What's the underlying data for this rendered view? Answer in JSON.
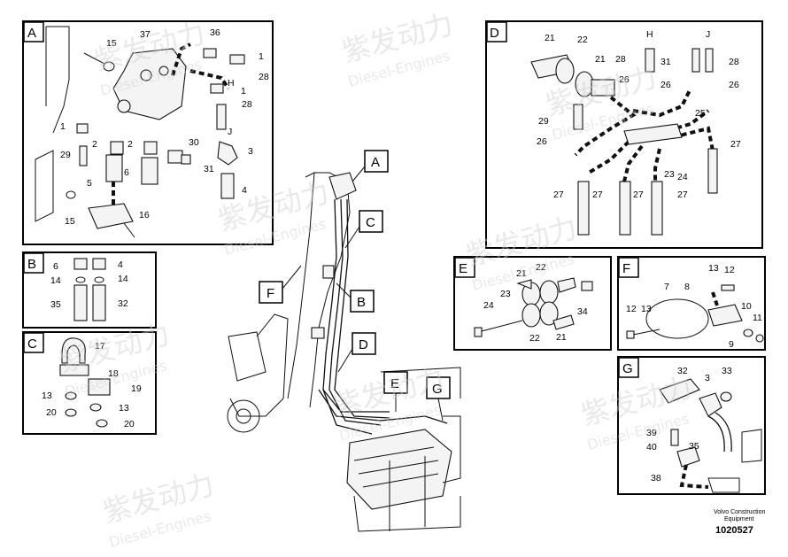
{
  "boxes": {
    "A": {
      "letter": "A",
      "labels": [
        "37",
        "36",
        "15",
        "1",
        "28",
        "H",
        "1",
        "28",
        "J",
        "1",
        "2",
        "2",
        "30",
        "29",
        "6",
        "31",
        "3",
        "5",
        "4",
        "16",
        "15"
      ]
    },
    "B": {
      "letter": "B",
      "labels": [
        "6",
        "4",
        "14",
        "14",
        "35",
        "32"
      ]
    },
    "C": {
      "letter": "C",
      "labels": [
        "17",
        "18",
        "19",
        "13",
        "13",
        "20",
        "20"
      ]
    },
    "D": {
      "letter": "D",
      "labels": [
        "21",
        "22",
        "H",
        "J",
        "28",
        "21",
        "31",
        "28",
        "26",
        "26",
        "26",
        "25",
        "29",
        "26",
        "27",
        "23",
        "24",
        "27",
        "27",
        "27",
        "27"
      ]
    },
    "E": {
      "letter": "E",
      "labels": [
        "21",
        "22",
        "23",
        "24",
        "34",
        "22",
        "21"
      ]
    },
    "F": {
      "letter": "F",
      "labels": [
        "13",
        "12",
        "7",
        "8",
        "12",
        "13",
        "10",
        "11",
        "9"
      ]
    },
    "G": {
      "letter": "G",
      "labels": [
        "32",
        "3",
        "33",
        "39",
        "35",
        "40",
        "38"
      ]
    }
  },
  "callouts": [
    "A",
    "C",
    "F",
    "B",
    "D",
    "E",
    "G"
  ],
  "watermark": {
    "text_cn": "紫发动力",
    "text_en": "Diesel-Engines"
  },
  "footer": {
    "credit_line1": "Volvo Construction",
    "credit_line2": "Equipment",
    "doc_number": "1020527"
  }
}
